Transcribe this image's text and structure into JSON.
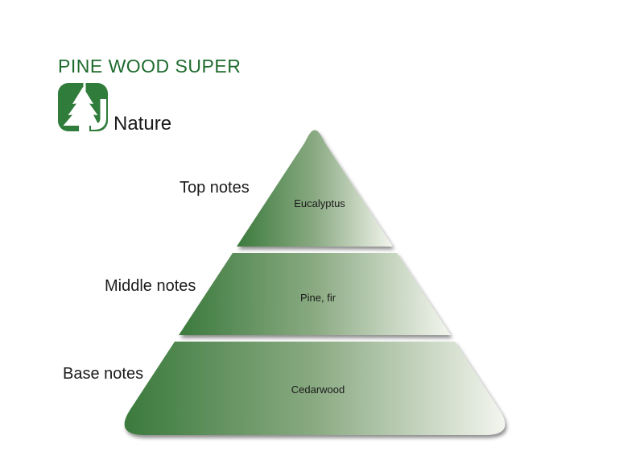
{
  "page": {
    "background": "#ffffff"
  },
  "header": {
    "title": "PINE WOOD SUPER",
    "title_color": "#1e6b2e",
    "brand": {
      "label": "Nature",
      "icon": "pine-tree-icon",
      "icon_bg": "#2f7c3b",
      "icon_fg": "#ffffff"
    }
  },
  "pyramid": {
    "gradient": {
      "start": "#3b7a3d",
      "mid": "#8aaa82",
      "end": "#f3f5ee"
    },
    "shadow_color": "#000000",
    "tiers": [
      {
        "level": "Top notes",
        "ingredients": "Eucalyptus"
      },
      {
        "level": "Middle notes",
        "ingredients": "Pine, fir"
      },
      {
        "level": "Base notes",
        "ingredients": "Cedarwood"
      }
    ]
  },
  "chart_data": {
    "type": "pyramid",
    "title": "PINE WOOD SUPER",
    "levels": [
      {
        "label": "Top notes",
        "value": "Eucalyptus"
      },
      {
        "label": "Middle notes",
        "value": "Pine, fir"
      },
      {
        "label": "Base notes",
        "value": "Cedarwood"
      }
    ],
    "legend_position": "left",
    "grid": false
  }
}
